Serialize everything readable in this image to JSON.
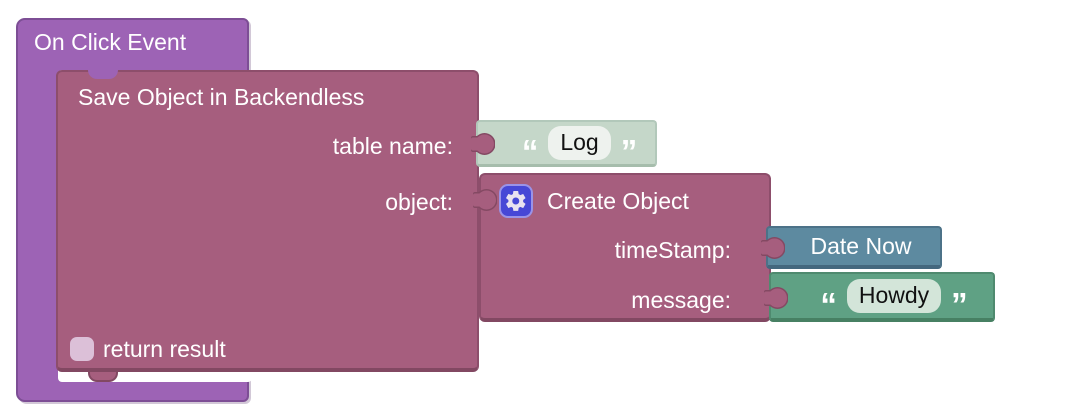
{
  "palette": {
    "event_block": "#9d63b5",
    "api_block": "#a65e7e",
    "text_block_light": "#c5d7c9",
    "date_block": "#5d8aa0",
    "text_block_green": "#5fa184",
    "gear_icon_bg": "#4747d6",
    "label_text": "#ffffff",
    "field_text": "#111111"
  },
  "workspace": {
    "on_click_event": {
      "label": "On Click Event"
    },
    "save_object": {
      "title": "Save Object in Backendless",
      "table_name_label": "table name:",
      "object_label": "object:",
      "return_result_label": "return result",
      "return_result_checked": false
    },
    "log_text": {
      "open_quote": "“",
      "value": "Log",
      "close_quote": "”"
    },
    "create_object": {
      "title": "Create Object",
      "icon": "gear-icon",
      "timestamp_label": "timeStamp:",
      "message_label": "message:"
    },
    "date_now": {
      "label": "Date Now"
    },
    "howdy_text": {
      "open_quote": "“",
      "value": "Howdy",
      "close_quote": "”"
    }
  }
}
